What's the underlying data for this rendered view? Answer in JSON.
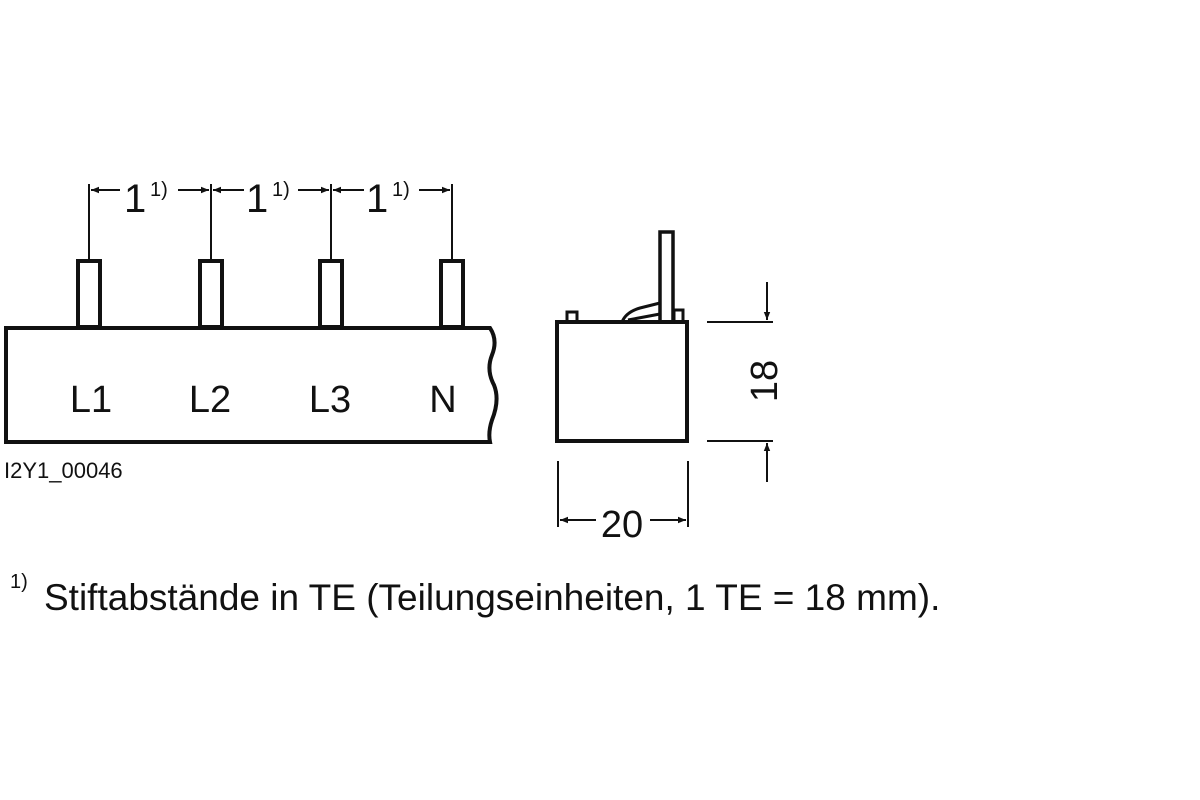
{
  "diagram": {
    "type": "busbar-dimension-drawing",
    "front_view": {
      "pin_labels": [
        "L1",
        "L2",
        "L3",
        "N"
      ],
      "pitch_labels": [
        {
          "value": "1",
          "note": "1)"
        },
        {
          "value": "1",
          "note": "1)"
        },
        {
          "value": "1",
          "note": "1)"
        }
      ],
      "drawing_id": "I2Y1_00046"
    },
    "side_view": {
      "height_label": "18",
      "width_label": "20"
    },
    "footnote": {
      "marker": "1)",
      "text": "Stiftabstände in TE (Teilungseinheiten, 1 TE = 18 mm)."
    }
  },
  "colors": {
    "line": "#111111",
    "background": "#ffffff"
  }
}
